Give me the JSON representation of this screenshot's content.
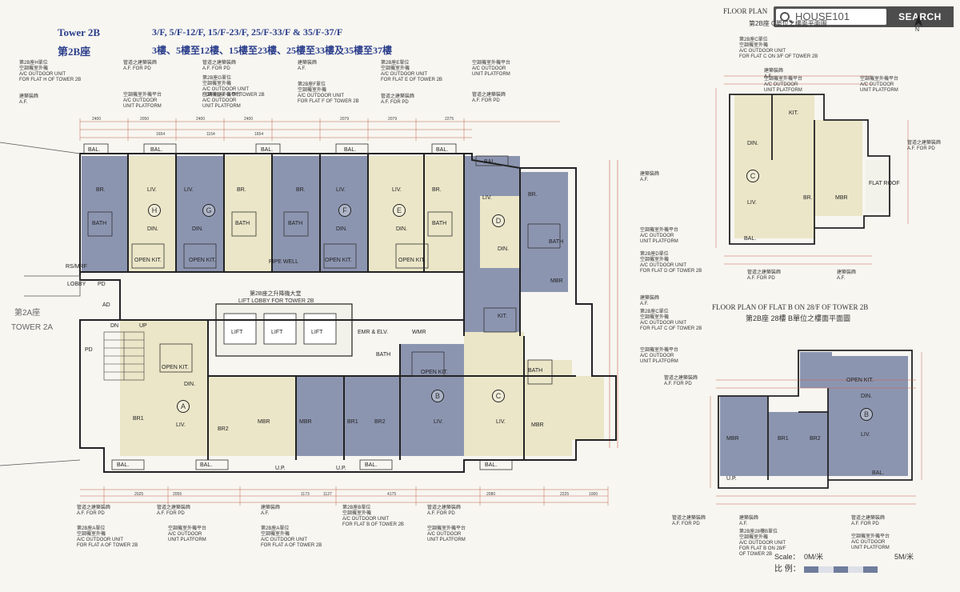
{
  "header": {
    "tower_en": "Tower 2B",
    "tower_zh": "第2B座",
    "floors_en": "3/F, 5/F-12/F, 15/F-23/F, 25/F-33/F & 35/F-37/F",
    "floors_zh": "3樓、5樓至12樓、15樓至23樓、25樓至33樓及35樓至37樓"
  },
  "search": {
    "placeholder": "HOUSE101",
    "button": "SEARCH"
  },
  "inset_c": {
    "title_en": "FLOOR PLAN",
    "title_zh": "第2B座 C單位之樓面平面圖",
    "north": "N"
  },
  "inset_b": {
    "title_en": "FLOOR PLAN OF FLAT B ON 28/F OF TOWER 2B",
    "title_zh": "第2B座 28樓 B單位之樓面平面圖"
  },
  "tower2a": {
    "zh": "第2A座",
    "en": "TOWER 2A"
  },
  "lift_lobby": {
    "zh": "第2B座之升降機大堂",
    "en": "LIFT LOBBY FOR TOWER 2B"
  },
  "scale": {
    "label": "Scale：",
    "zero": "0M/米",
    "five": "5M/米",
    "zh": "比 例："
  },
  "callouts": {
    "ac_h": [
      "第2B座H單位",
      "空調機室外機",
      "A/C OUTDOOR UNIT",
      "FOR FLAT H OF TOWER 2B"
    ],
    "af": [
      "建築裝飾",
      "A.F."
    ],
    "af_pd": [
      "管道之建築裝飾",
      "A.F. FOR PD"
    ],
    "ac_platform": [
      "空調機室外機平台",
      "A/C OUTDOOR",
      "UNIT PLATFORM"
    ],
    "ac_g": [
      "第2B座G單位",
      "空調機室外機",
      "A/C OUTDOOR UNIT",
      "FOR FLAT G OF TOWER 2B"
    ],
    "ac_f": [
      "第2B座F單位",
      "空調機室外機",
      "A/C OUTDOOR UNIT",
      "FOR FLAT F OF TOWER 2B"
    ],
    "ac_e": [
      "第2B座E單位",
      "空調機室外機",
      "A/C OUTDOOR UNIT",
      "FOR FLAT E OF TOWER 2B"
    ],
    "ac_d": [
      "第2B座D單位",
      "空調機室外機",
      "A/C OUTDOOR UNIT",
      "FOR FLAT D OF TOWER 2B"
    ],
    "ac_c": [
      "第2B座C單位",
      "空調機室外機",
      "A/C OUTDOOR UNIT",
      "FOR FLAT C OF TOWER 2B"
    ],
    "ac_c3": [
      "第2B座C單位",
      "空調機室外機",
      "A/C OUTDOOR UNIT",
      "FOR FLAT C ON 3/F OF TOWER 2B"
    ],
    "ac_a": [
      "第2B座A單位",
      "空調機室外機",
      "A/C OUTDOOR UNIT",
      "FOR FLAT A OF TOWER 2B"
    ],
    "ac_b": [
      "第2B座B單位",
      "空調機室外機",
      "A/C OUTDOOR UNIT",
      "FOR FLAT B OF TOWER 2B"
    ],
    "ac_b28": [
      "第2B座28樓B單位",
      "空調機室外機",
      "A/C OUTDOOR UNIT",
      "FOR FLAT B ON 28/F",
      "OF TOWER 2B"
    ]
  },
  "rooms": {
    "br": "BR.",
    "liv": "LIV.",
    "din": "DIN.",
    "bath": "BATH",
    "open_kit": "OPEN KIT.",
    "kit": "KIT.",
    "bal": "BAL.",
    "mbr": "MBR",
    "br1": "BR1",
    "br2": "BR2",
    "pd": "PD",
    "lobby": "LOBBY",
    "pipe_well": "PIPE WELL",
    "lift": "LIFT",
    "emr": "EMR & ELV.",
    "wmr": "WMR",
    "up": "UP",
    "dn": "DN",
    "ad": "AD",
    "flat_roof": "FLAT ROOF",
    "rs_mrf": "RS/MRF",
    "up_short": "U.P."
  },
  "flats": [
    "H",
    "G",
    "F",
    "E",
    "D",
    "A",
    "B",
    "C"
  ],
  "dims_top": [
    "2400",
    "2050",
    "2400",
    "2079",
    "2400",
    "2079",
    "2275",
    "1654",
    "1154",
    "1654"
  ],
  "dims_bottom": [
    "2025",
    "2055",
    "1173",
    "1127",
    "4175",
    "2080",
    "2225",
    "1000"
  ],
  "colors": {
    "unit_blue": "#8c95b0",
    "unit_cream": "#ebe6c8",
    "wall": "#222222",
    "dim_line": "#c4634a",
    "header_blue": "#2c3f8c"
  }
}
